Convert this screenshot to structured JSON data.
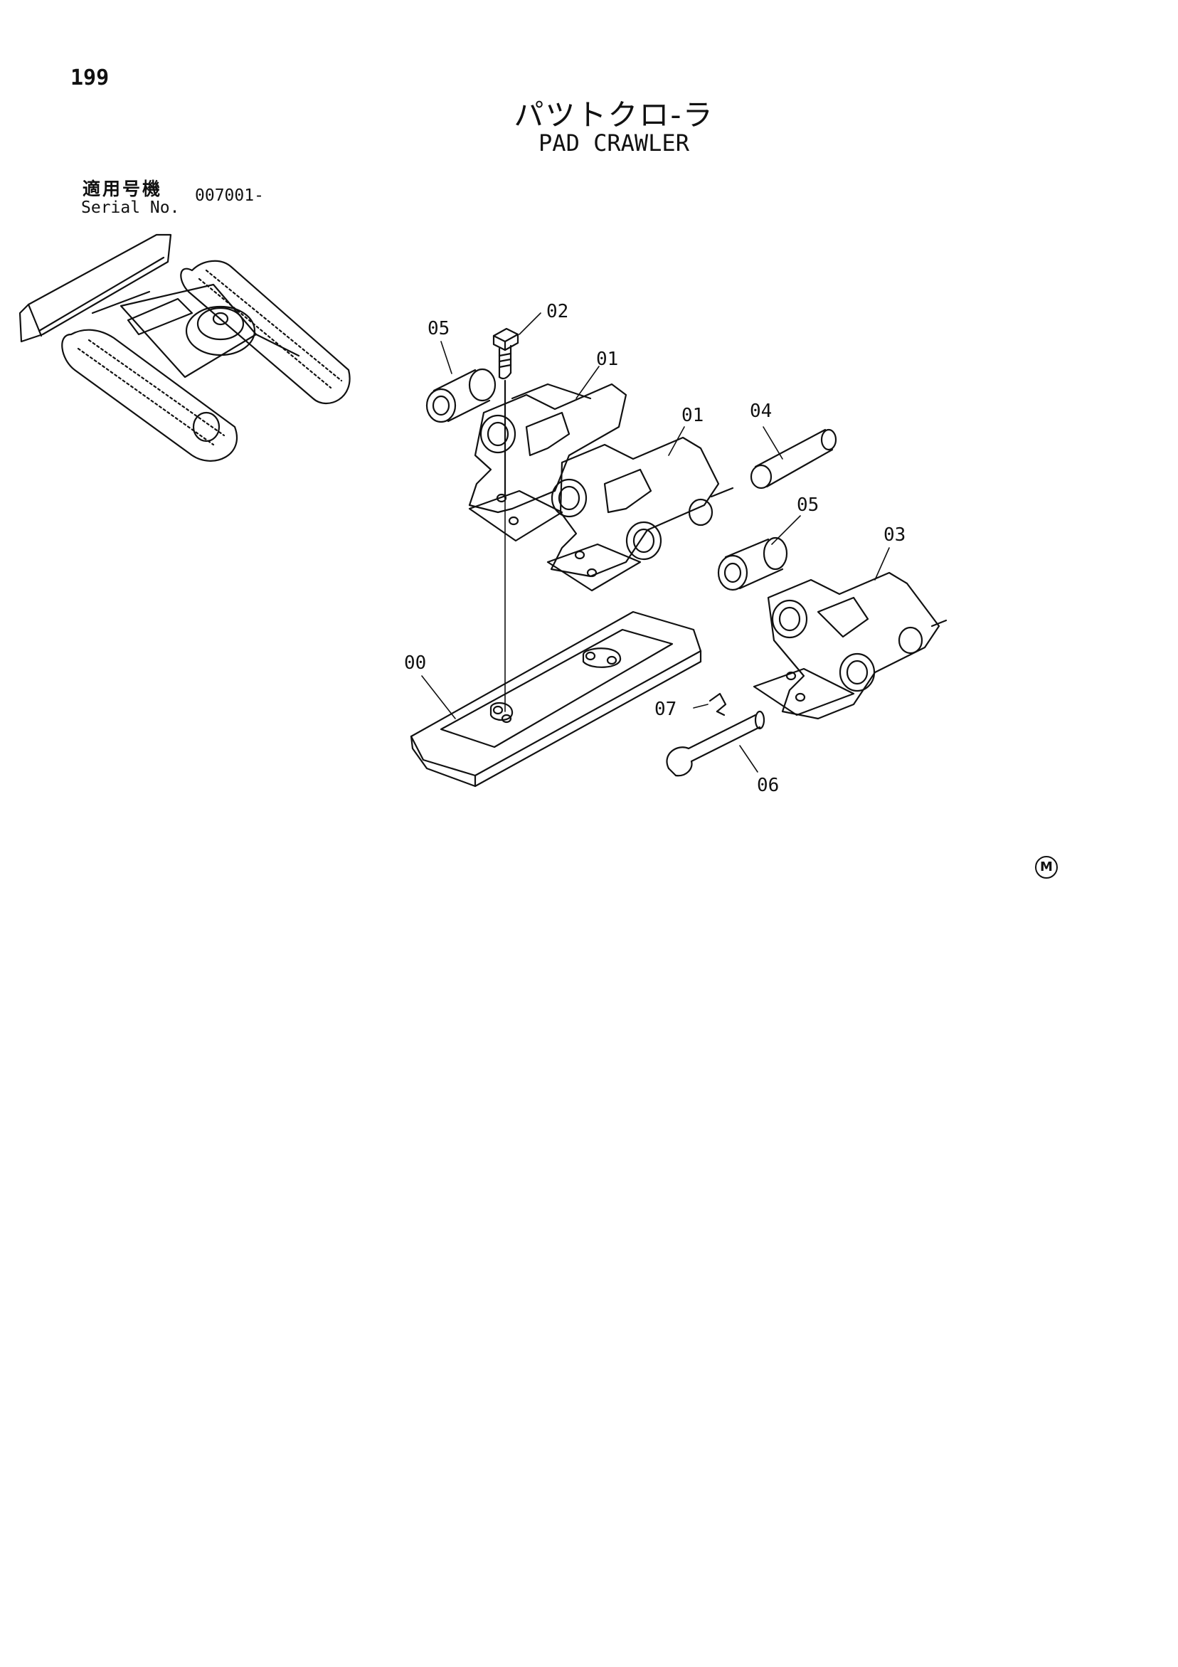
{
  "page": {
    "number": "199"
  },
  "title": {
    "japanese": "パツトクロ-ラ",
    "english": "PAD CRAWLER"
  },
  "serial": {
    "label_japanese": "適用号機",
    "label_english": "Serial No.",
    "value": "007001-"
  },
  "callouts": [
    "05",
    "02",
    "01",
    "01",
    "04",
    "05",
    "03",
    "00",
    "07",
    "06"
  ],
  "mark": "M"
}
